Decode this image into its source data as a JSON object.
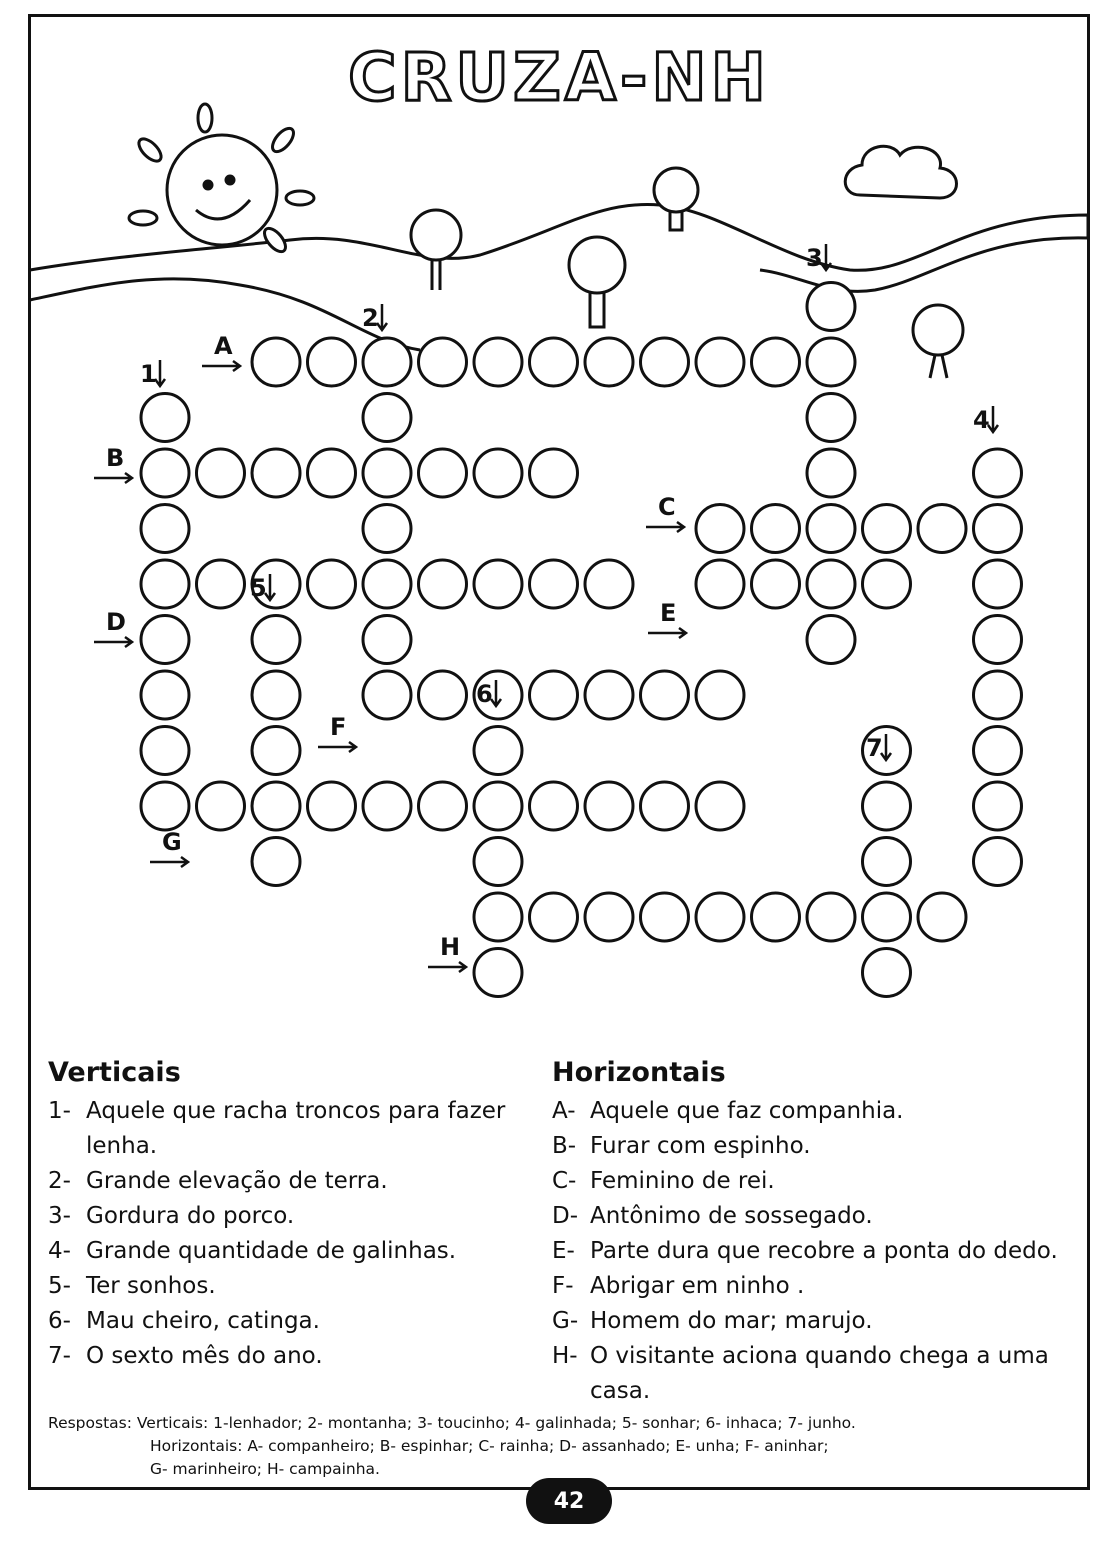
{
  "title": "CRUZA-NH",
  "grid_labels": {
    "1": "1",
    "2": "2",
    "3": "3",
    "4": "4",
    "5": "5",
    "6": "6",
    "7": "7",
    "A": "A",
    "B": "B",
    "C": "C",
    "D": "D",
    "E": "E",
    "F": "F",
    "G": "G",
    "H": "H"
  },
  "verticais": {
    "heading": "Verticais",
    "clues": [
      {
        "num": "1-",
        "text": "Aquele que racha troncos para fazer lenha."
      },
      {
        "num": "2-",
        "text": "Grande elevação de terra."
      },
      {
        "num": "3-",
        "text": "Gordura do porco."
      },
      {
        "num": "4-",
        "text": "Grande quantidade de galinhas."
      },
      {
        "num": "5-",
        "text": "Ter sonhos."
      },
      {
        "num": "6-",
        "text": "Mau cheiro, catinga."
      },
      {
        "num": "7-",
        "text": "O sexto mês do ano."
      }
    ]
  },
  "horizontais": {
    "heading": "Horizontais",
    "clues": [
      {
        "num": "A-",
        "text": "Aquele que faz companhia."
      },
      {
        "num": "B-",
        "text": "Furar com espinho."
      },
      {
        "num": "C-",
        "text": "Feminino de rei."
      },
      {
        "num": "D-",
        "text": "Antônimo de sossegado."
      },
      {
        "num": "E-",
        "text": "Parte dura que recobre a ponta do dedo."
      },
      {
        "num": "F-",
        "text": "Abrigar em ninho ."
      },
      {
        "num": "G-",
        "text": "Homem do mar; marujo."
      },
      {
        "num": "H-",
        "text": "O visitante aciona quando chega a uma casa."
      }
    ]
  },
  "answers": {
    "line1": "Respostas: Verticais: 1-lenhador; 2- montanha; 3- toucinho; 4- galinhada; 5- sonhar; 6- inhaca; 7- junho.",
    "line2": "Horizontais: A- companheiro; B- espinhar; C- rainha; D- assanhado; E- unha; F- aninhar;",
    "line3": "G- marinheiro; H- campainha."
  },
  "page_number": "42"
}
